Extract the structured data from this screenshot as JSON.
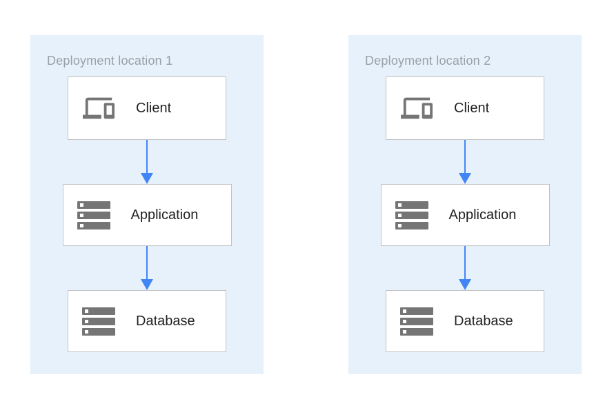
{
  "colors": {
    "page_bg": "#ffffff",
    "panel_bg": "#e6f1fb",
    "arrow": "#4285f4",
    "icon_gray": "#757575",
    "box_border": "#c2c2c2",
    "title_gray": "#9aa0a6",
    "label_text": "#212121"
  },
  "panels": [
    {
      "title": "Deployment location 1",
      "nodes": [
        {
          "label": "Client",
          "icon": "devices-icon"
        },
        {
          "label": "Application",
          "icon": "server-stack-icon"
        },
        {
          "label": "Database",
          "icon": "server-stack-icon"
        }
      ]
    },
    {
      "title": "Deployment location 2",
      "nodes": [
        {
          "label": "Client",
          "icon": "devices-icon"
        },
        {
          "label": "Application",
          "icon": "server-stack-icon"
        },
        {
          "label": "Database",
          "icon": "server-stack-icon"
        }
      ]
    }
  ]
}
